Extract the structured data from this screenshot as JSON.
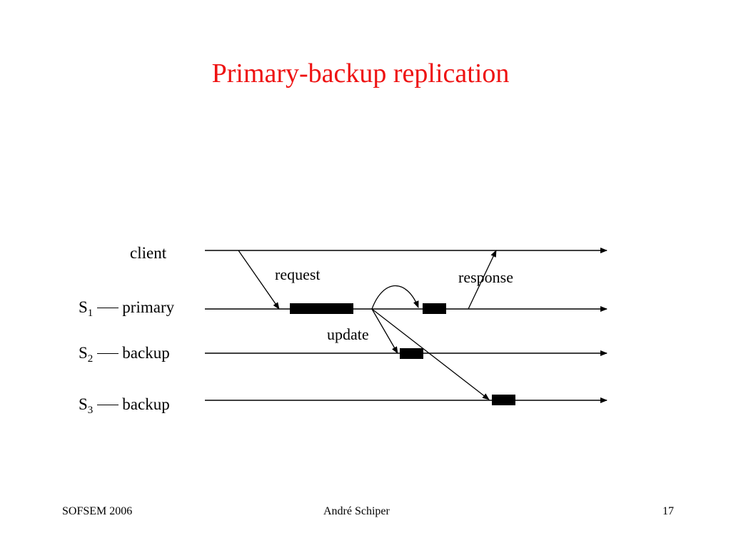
{
  "slide": {
    "title": "Primary-backup replication",
    "title_color": "#ee1111"
  },
  "diagram": {
    "processes": [
      {
        "name": "client",
        "sub": "",
        "role": ""
      },
      {
        "name": "S",
        "sub": "1",
        "role": "primary"
      },
      {
        "name": "S",
        "sub": "2",
        "role": "backup"
      },
      {
        "name": "S",
        "sub": "3",
        "role": "backup"
      }
    ],
    "messages": {
      "request": "request",
      "update": "update",
      "response": "response"
    }
  },
  "footer": {
    "left": "SOFSEM 2006",
    "center": "André Schiper",
    "page": "17"
  }
}
